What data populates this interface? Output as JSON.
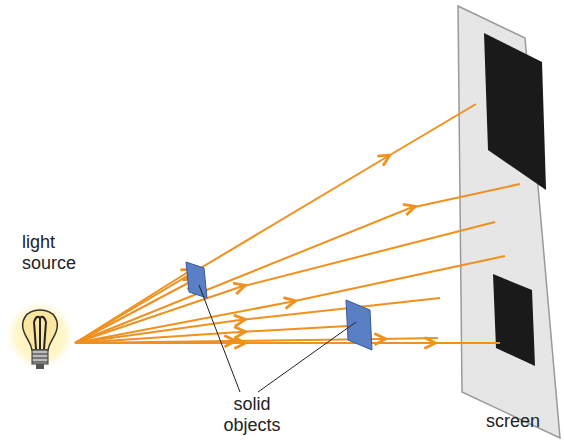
{
  "diagram": {
    "labels": [
      "light source",
      "solid objects",
      "screen"
    ]
  }
}
